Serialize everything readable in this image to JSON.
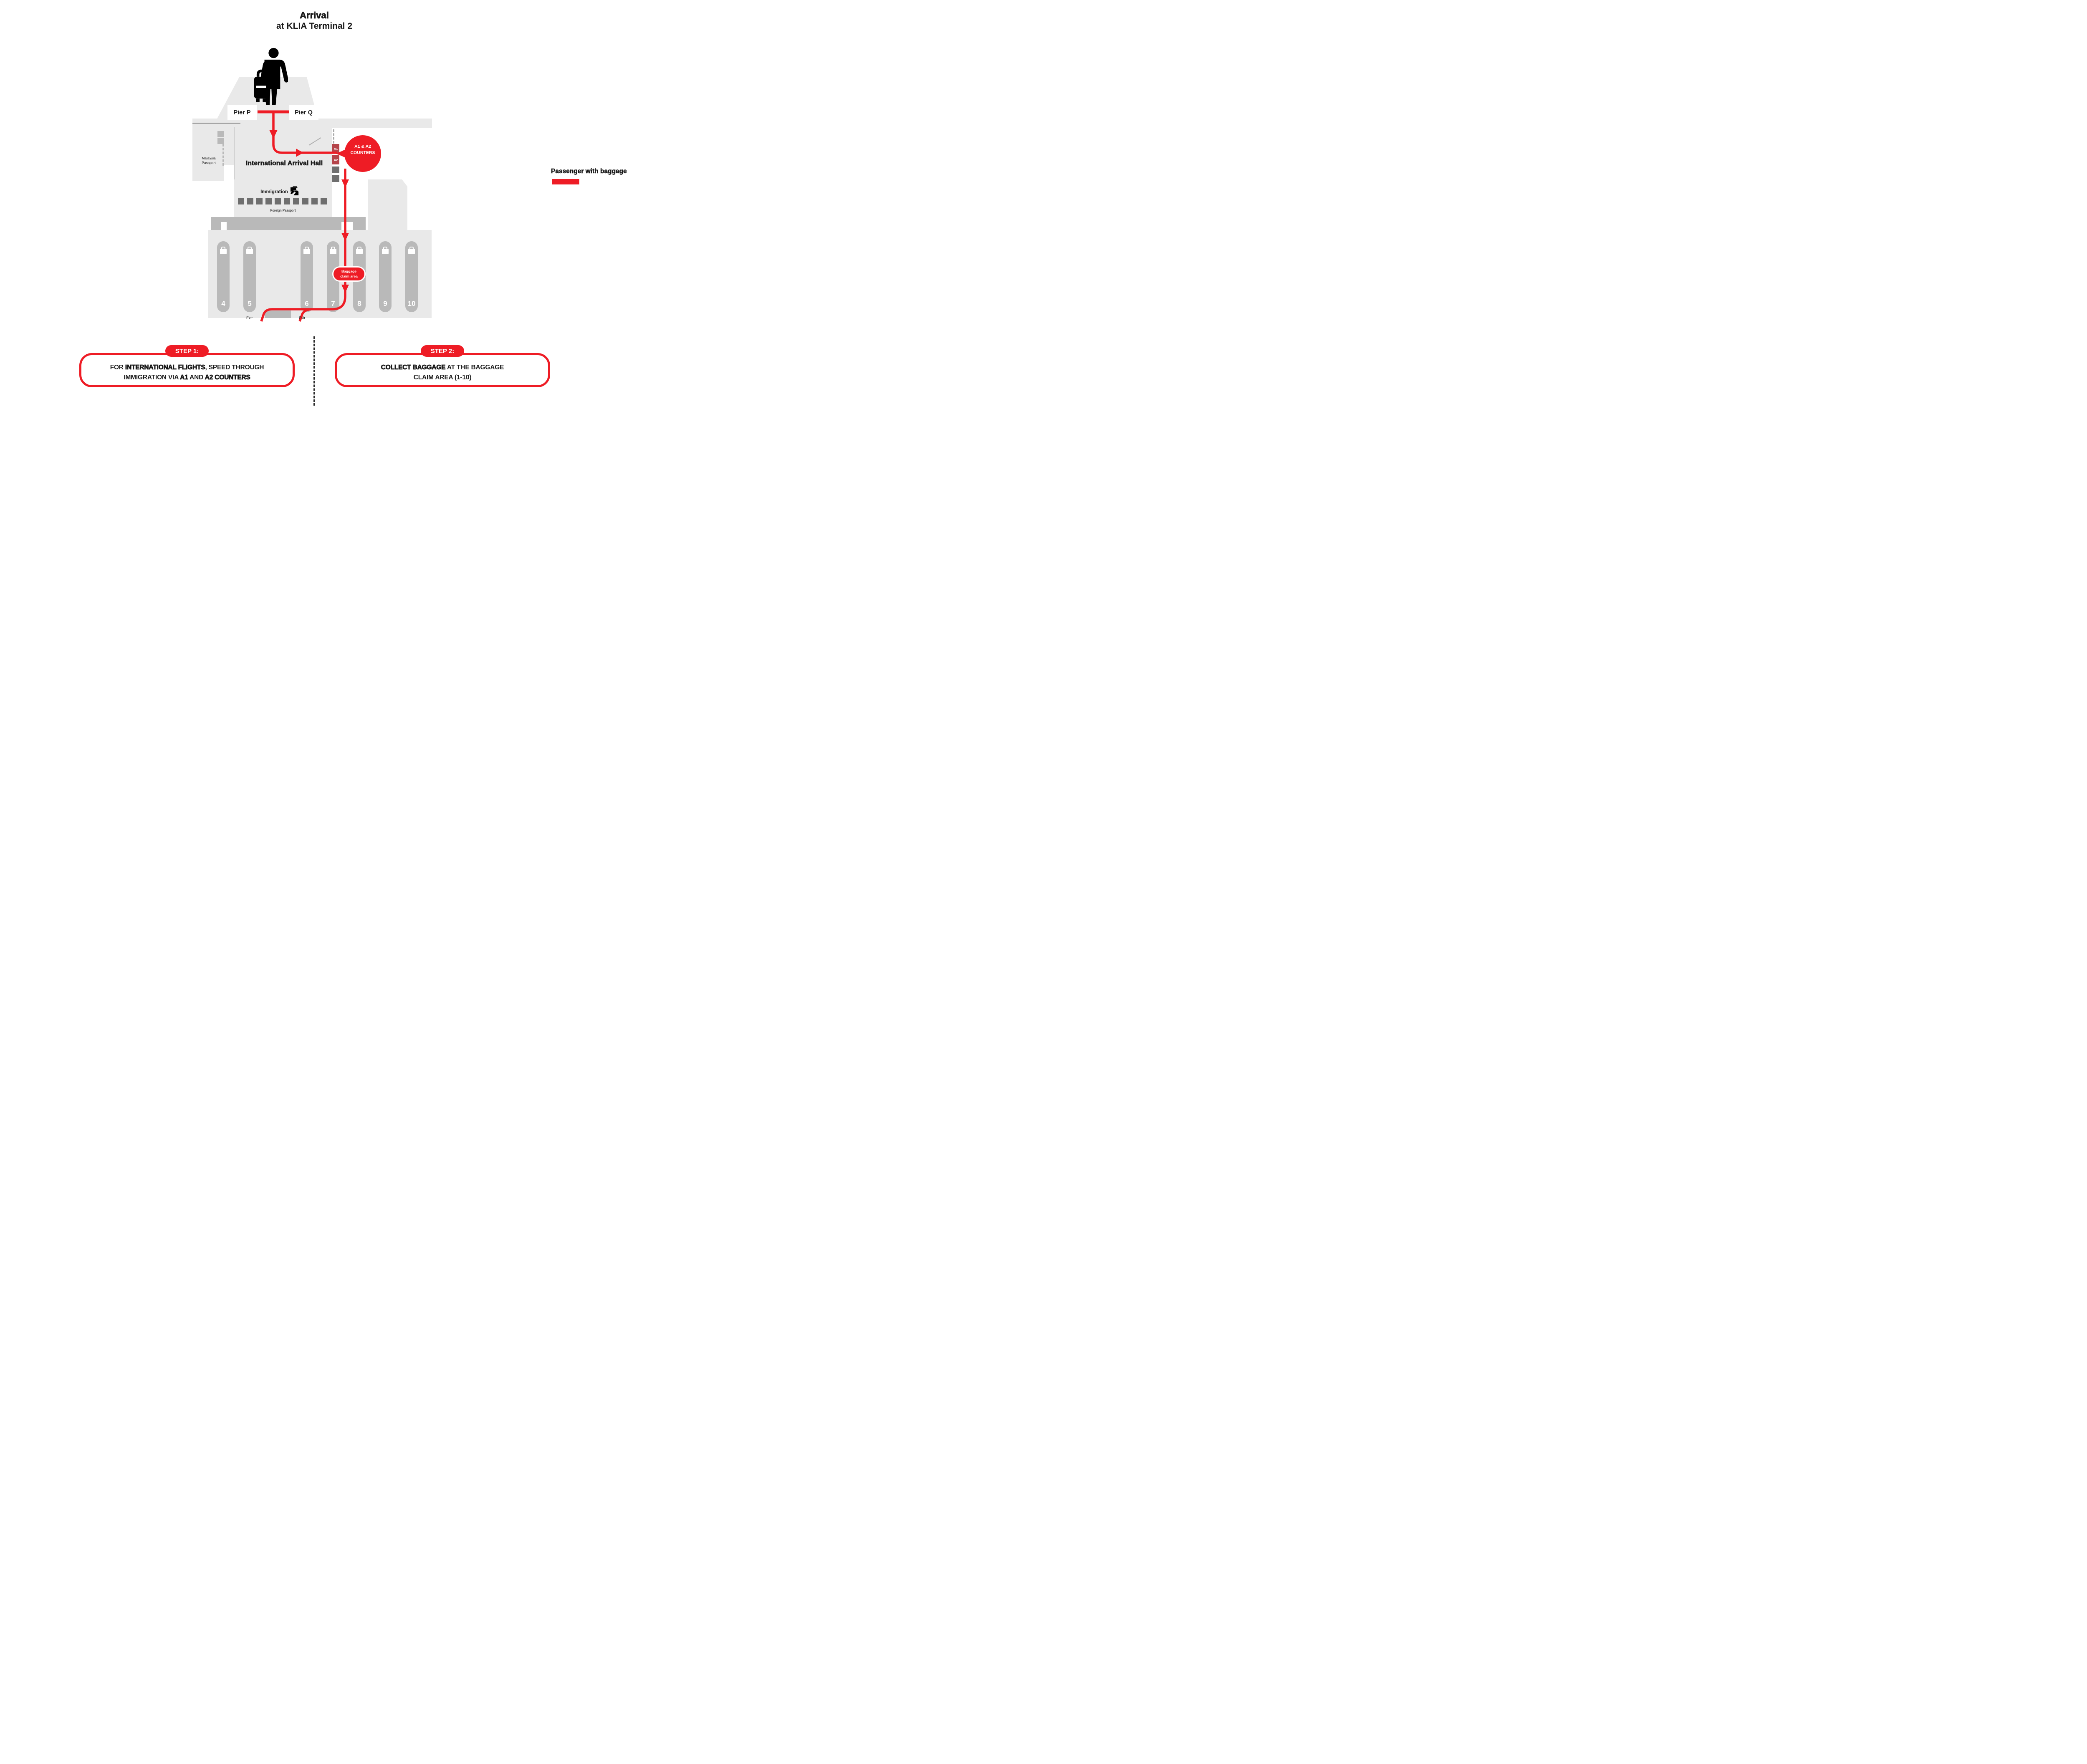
{
  "title": {
    "line1": "Arrival",
    "line2": "at KLIA Terminal 2"
  },
  "map": {
    "pier_p": "Pier P",
    "pier_q": "Pier Q",
    "hall_title": "International Arrival Hall",
    "malaysia_passport_line1": "Malaysia",
    "malaysia_passport_line2": "Passport",
    "immigration_label": "Immigration",
    "foreign_passport": "Foreign Passport",
    "counter_a1": "A1",
    "counter_a2": "A2",
    "bubble_line1": "A1 & A2",
    "bubble_line2": "COUNTERS",
    "pill_line1": "Baggage",
    "pill_line2": "claim area",
    "exit_left": "Exit",
    "exit_right": "Exit",
    "carousels": [
      "4",
      "5",
      "6",
      "7",
      "8",
      "9",
      "10"
    ]
  },
  "legend": {
    "label": "Passenger with baggage"
  },
  "steps": [
    {
      "badge": "STEP 1:",
      "l1_pre": "FOR ",
      "l1_bold": "INTERNATIONAL FLIGHTS",
      "l1_post": ", SPEED THROUGH",
      "l2_pre": "IMMIGRATION VIA ",
      "l2_bold1": "A1",
      "l2_mid": " AND ",
      "l2_bold2": "A2 COUNTERS"
    },
    {
      "badge": "STEP 2:",
      "l1_bold": "COLLECT BAGGAGE",
      "l1_post": " AT THE BAGGAGE",
      "l2": "CLAIM AREA (1-10)"
    }
  ],
  "colors": {
    "route_red": "#ee1c25",
    "counter_crimson": "#b5444a",
    "floor_light": "#e9e9e9",
    "wall_medium": "#b9b9b9",
    "counter_dark": "#6e6e6e"
  }
}
